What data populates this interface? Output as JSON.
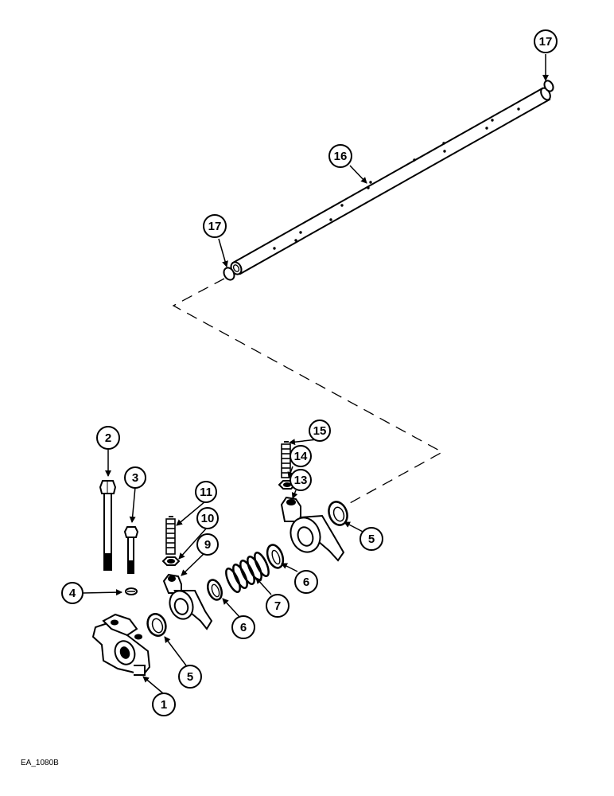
{
  "figure_code": "EA_1080B",
  "callouts": {
    "c1": "1",
    "c2": "2",
    "c3": "3",
    "c4": "4",
    "c5a": "5",
    "c5b": "5",
    "c6a": "6",
    "c6b": "6",
    "c7": "7",
    "c9": "9",
    "c10": "10",
    "c11": "11",
    "c13": "13",
    "c14": "14",
    "c15": "15",
    "c16": "16",
    "c17a": "17",
    "c17b": "17"
  }
}
